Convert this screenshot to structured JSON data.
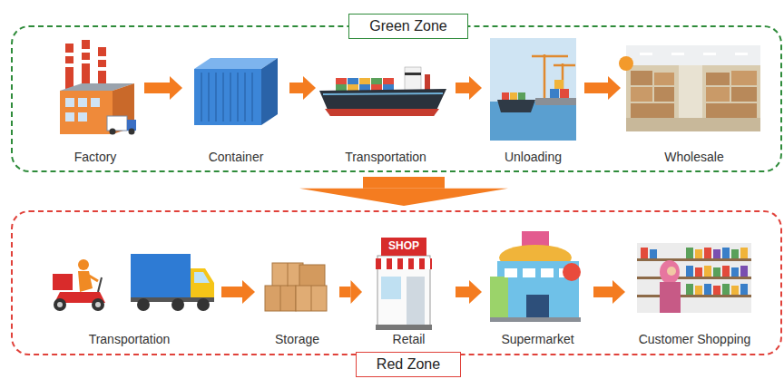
{
  "diagram": {
    "nodes": [
      {
        "text": [
          "Green Zone"
        ]
      },
      {
        "text": [
          "Factory"
        ],
        "in": 0
      },
      {
        "text": [
          "Container"
        ],
        "in": 0
      },
      {
        "text": [
          "Transportation"
        ],
        "in": 0
      },
      {
        "text": [
          "Unloading"
        ],
        "in": 0
      },
      {
        "text": [
          "Wholesale"
        ],
        "in": 0
      },
      {
        "text": [
          "Red Zone"
        ]
      },
      {
        "text": [
          "Transportation"
        ],
        "in": 6
      },
      {
        "text": [
          "Storage"
        ],
        "in": 6
      },
      {
        "text": [
          "Retail"
        ],
        "in": 6
      },
      {
        "text": [
          "Supermarket"
        ],
        "in": 6
      },
      {
        "text": [
          "Customer Shopping"
        ],
        "in": 6
      }
    ],
    "edges": [
      {
        "from": 1,
        "to": 2,
        "arrow": "to"
      },
      {
        "from": 2,
        "to": 3,
        "arrow": "to"
      },
      {
        "from": 3,
        "to": 4,
        "arrow": "to"
      },
      {
        "from": 4,
        "to": 5,
        "arrow": "to"
      },
      {
        "from": 0,
        "to": 6,
        "arrow": "to"
      },
      {
        "from": 7,
        "to": 8,
        "arrow": "to"
      },
      {
        "from": 8,
        "to": 9,
        "arrow": "to"
      },
      {
        "from": 9,
        "to": 10,
        "arrow": "to"
      },
      {
        "from": 10,
        "to": 11,
        "arrow": "to"
      }
    ],
    "labels": [
      "SHOP"
    ]
  }
}
